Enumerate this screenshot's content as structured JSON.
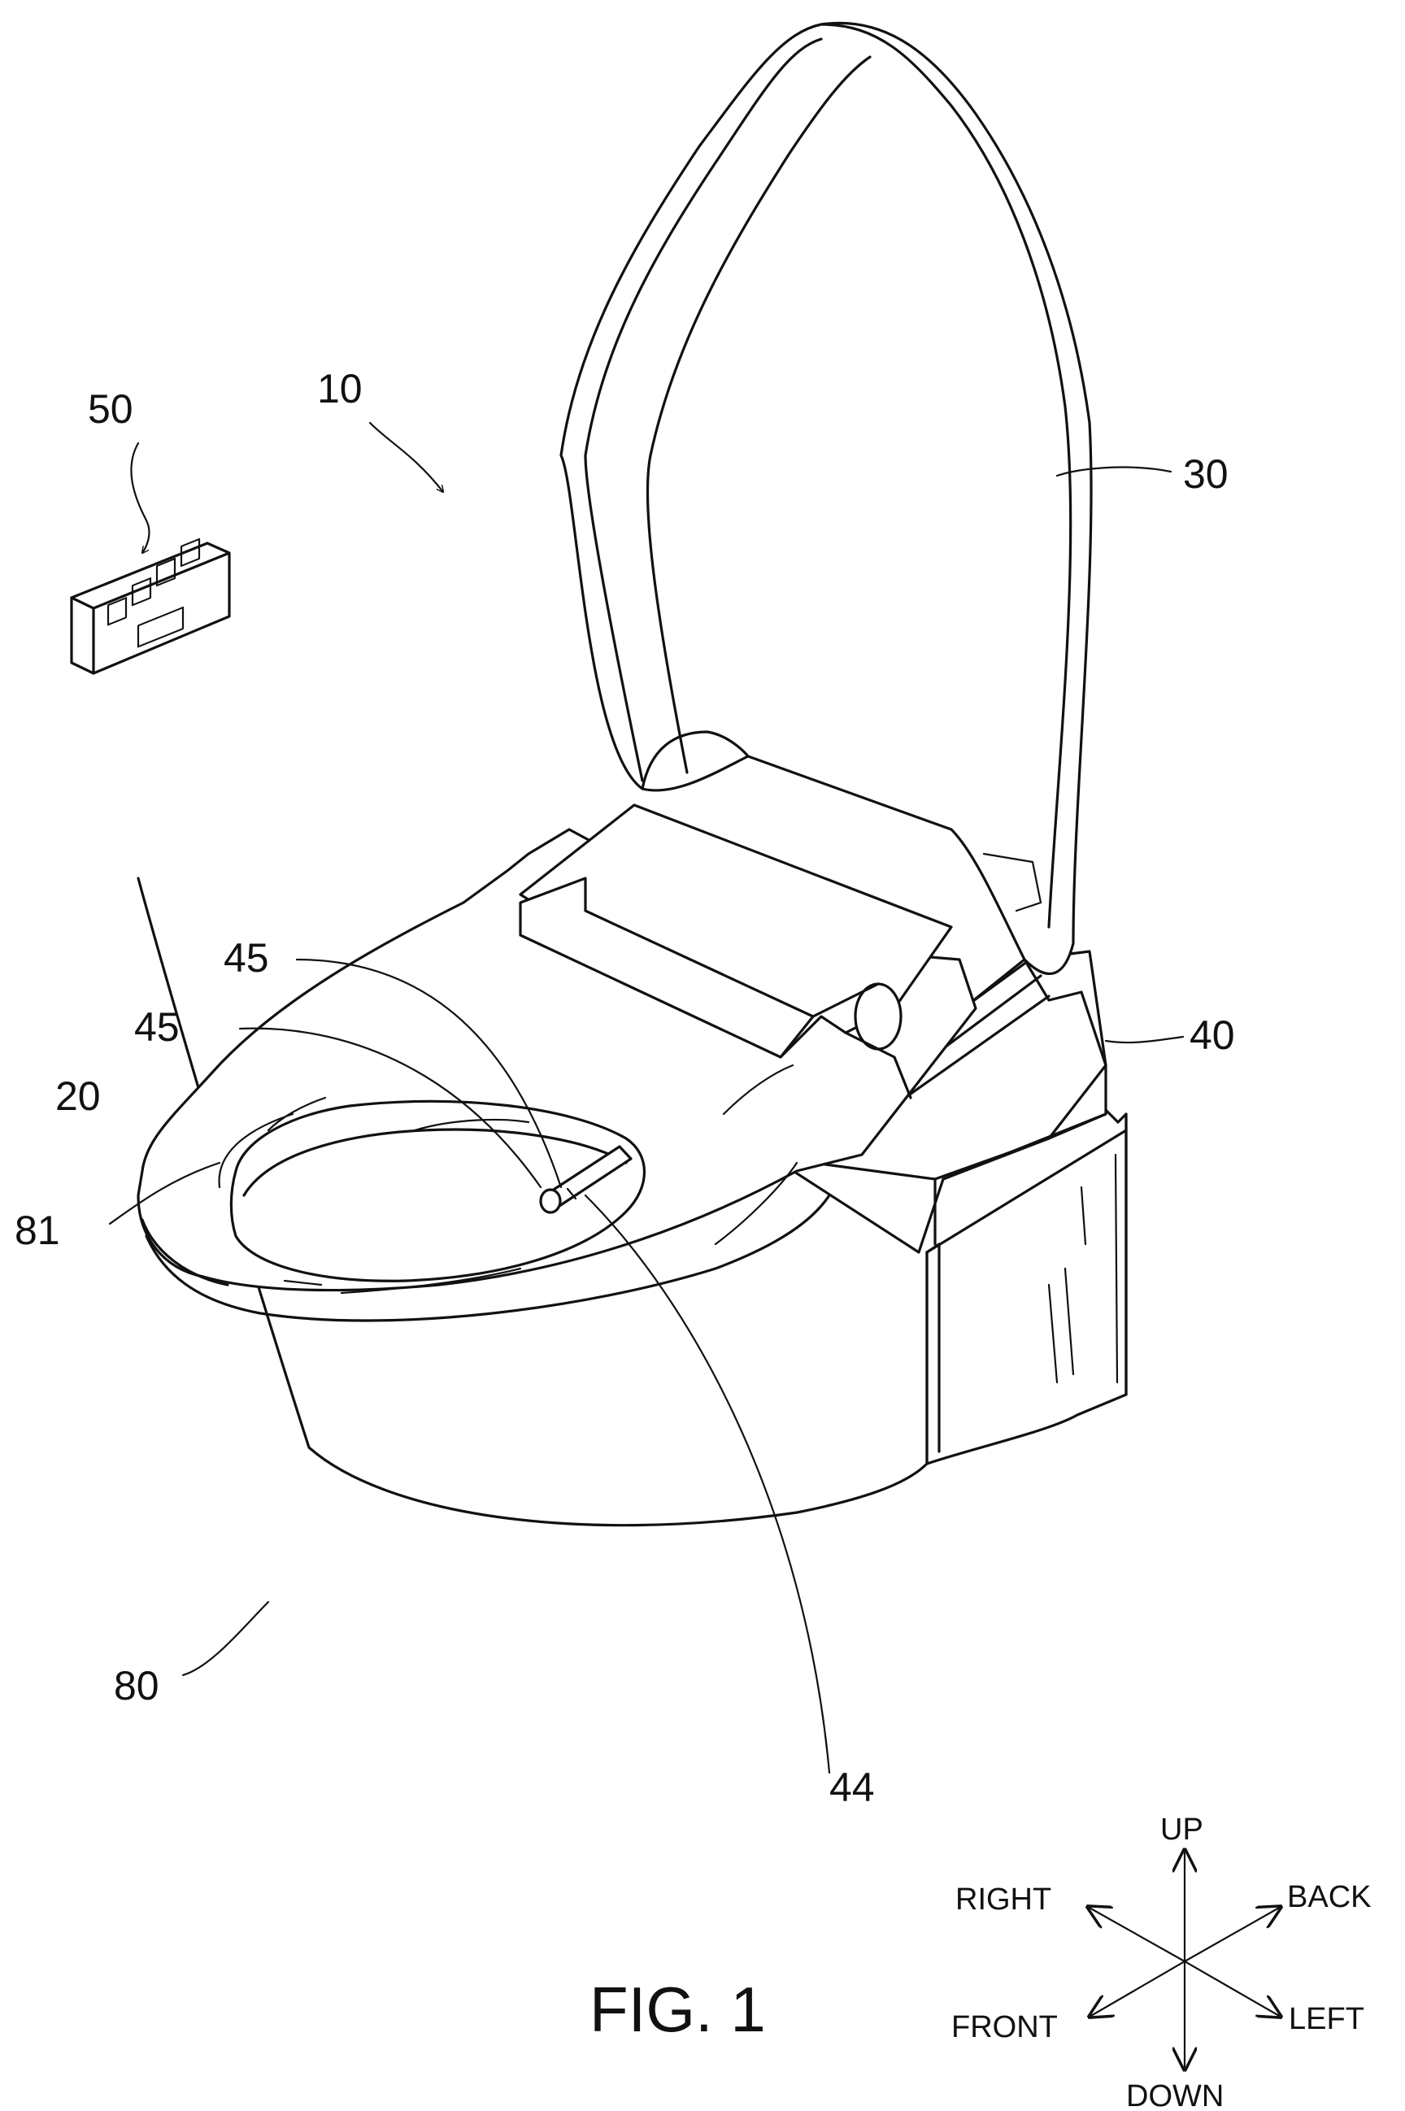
{
  "figure": {
    "caption": "FIG. 1"
  },
  "reference_numerals": {
    "toilet_device": "10",
    "toilet_seat": "20",
    "toilet_lid": "30",
    "main_unit": "40",
    "nozzle": "44",
    "nozzle_port_upper": "45",
    "nozzle_port_lower": "45",
    "remote_control": "50",
    "toilet_bowl": "80",
    "bowl_opening": "81"
  },
  "directions": {
    "up": "UP",
    "down": "DOWN",
    "back": "BACK",
    "front": "FRONT",
    "right": "RIGHT",
    "left": "LEFT"
  },
  "colors": {
    "line": "#111111",
    "background": "#ffffff"
  }
}
